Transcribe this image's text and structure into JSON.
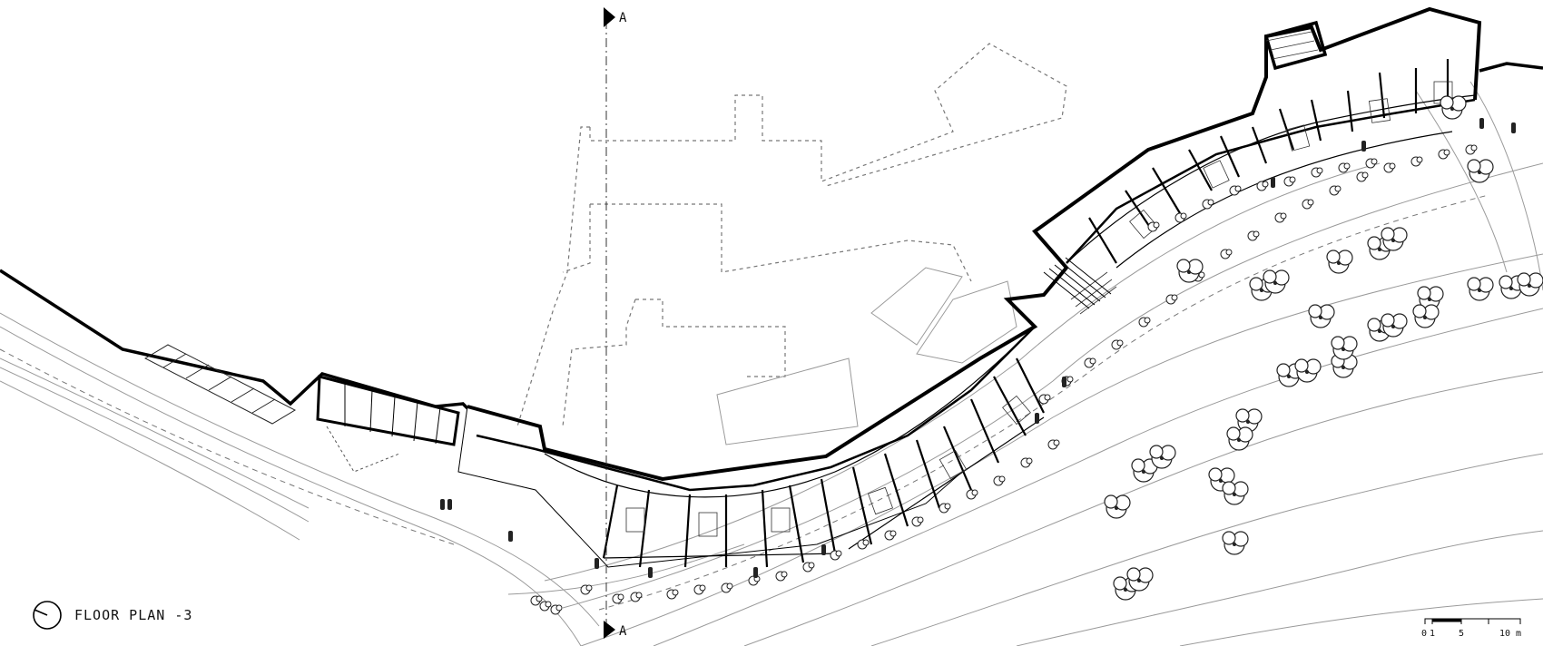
{
  "title": "FLOOR PLAN -3",
  "section_marker": {
    "top_label": "A",
    "bottom_label": "A"
  },
  "scale_bar": {
    "labels": [
      "0",
      "1",
      "5",
      "10 m"
    ]
  },
  "colors": {
    "ink": "#111111",
    "thin_line": "#9a9a9a",
    "dashed": "#777777",
    "background": "#ffffff"
  }
}
